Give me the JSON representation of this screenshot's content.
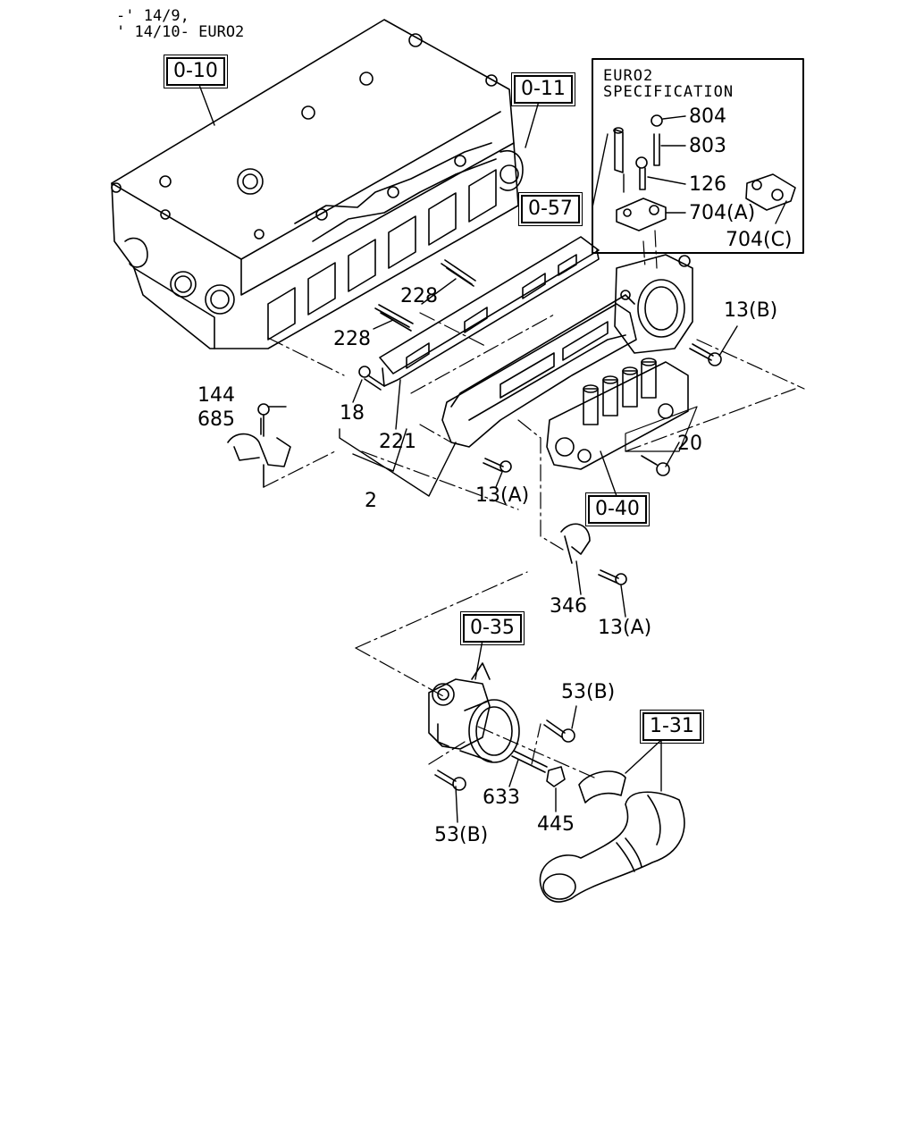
{
  "header": {
    "line1": "-' 14/9,",
    "line2": "' 14/10- EURO2"
  },
  "spec_box": {
    "title_line1": "EURO2",
    "title_line2": "SPECIFICATION"
  },
  "references": {
    "r0_10": "0-10",
    "r0_11": "0-11",
    "r0_57": "0-57",
    "r0_40": "0-40",
    "r0_35": "0-35",
    "r1_31": "1-31"
  },
  "parts": {
    "p804": "804",
    "p803": "803",
    "p126": "126",
    "p704a": "704(A)",
    "p704c": "704(C)",
    "p13b": "13(B)",
    "p228_upper": "228",
    "p228_lower": "228",
    "p144": "144",
    "p685": "685",
    "p18": "18",
    "p221": "221",
    "p2": "2",
    "p20": "20",
    "p13a_1": "13(A)",
    "p346": "346",
    "p13a_2": "13(A)",
    "p53b_1": "53(B)",
    "p633": "633",
    "p445": "445",
    "p53b_2": "53(B)"
  },
  "icons": {
    "engine_head": "cylinder-head-drawing",
    "manifold": "intake-manifold-drawing",
    "egr_valve": "egr-valve-drawing",
    "hose": "intake-hose-drawing"
  }
}
